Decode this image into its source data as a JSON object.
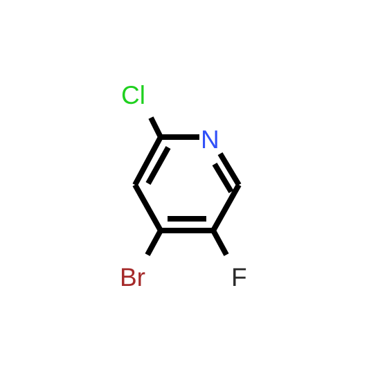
{
  "molecule": {
    "atoms": {
      "cl": {
        "symbol": "Cl",
        "color": "#1fd01f"
      },
      "n": {
        "symbol": "N",
        "color": "#3050f8"
      },
      "br": {
        "symbol": "Br",
        "color": "#a52a2a"
      },
      "f": {
        "symbol": "F",
        "color": "#2b2b2b"
      }
    },
    "bond_color": "#000000"
  }
}
